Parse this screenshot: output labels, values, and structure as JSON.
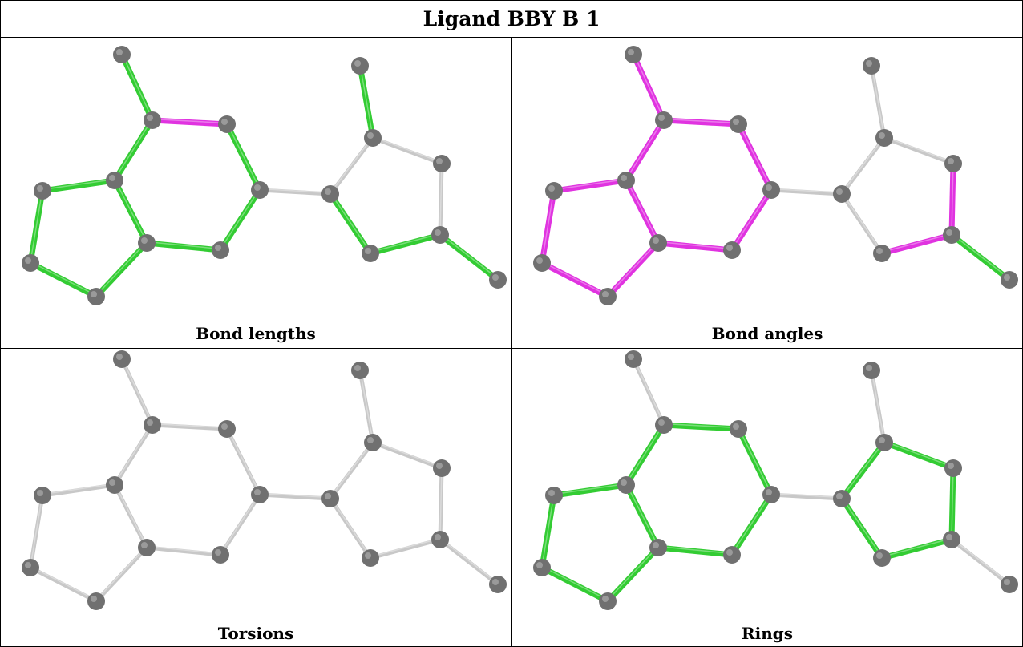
{
  "title": "Ligand BBY B 1",
  "panels": [
    {
      "caption": "Bond lengths"
    },
    {
      "caption": "Bond angles"
    },
    {
      "caption": "Torsions"
    },
    {
      "caption": "Rings"
    }
  ],
  "colors": {
    "green": "#33cc33",
    "magenta": "#e033e0",
    "gray_bond": "#c8c8c8",
    "atom": "#707070"
  }
}
